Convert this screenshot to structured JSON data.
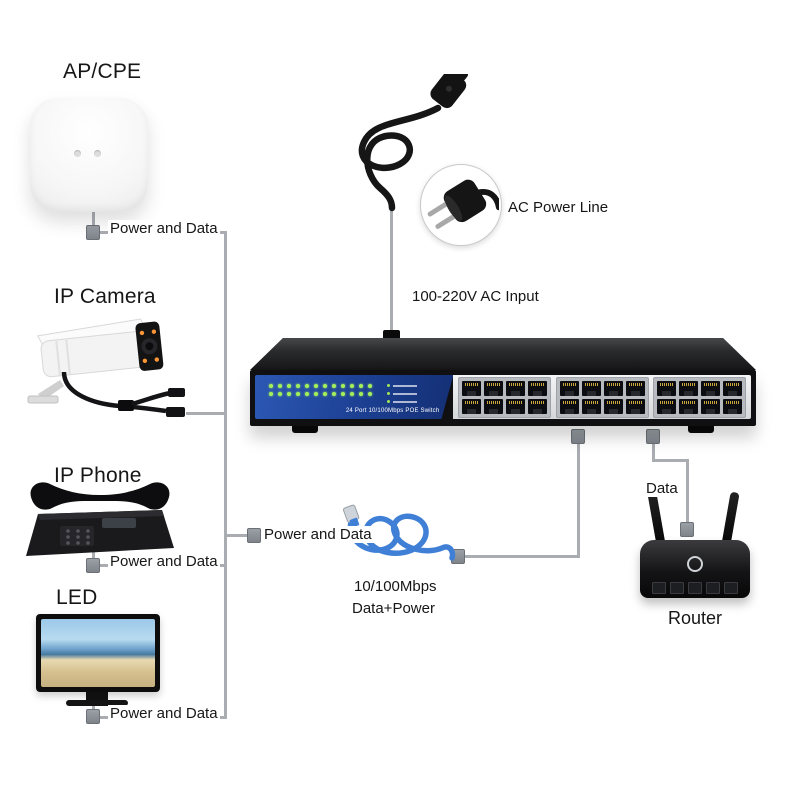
{
  "labels": {
    "ap": "AP/CPE",
    "camera": "IP Camera",
    "phone": "IP Phone",
    "led": "LED",
    "router": "Router",
    "data": "Data",
    "power_and_data": "Power and Data",
    "ac_power_line": "AC  Power Line",
    "ac_input": "100-220V AC Input",
    "cable_speed": "10/100Mbps",
    "cable_mode": "Data+Power"
  },
  "switch": {
    "label": "24 Port 10/100Mbps POE Switch",
    "port_groups": 3,
    "ports_per_group": 8,
    "led_rows": 2,
    "led_cols": 12,
    "legend_rows": 3
  },
  "colors": {
    "switch_panel_blue": "#1c3f92",
    "ethernet_cable_blue": "#3f80d6",
    "connector_gray": "#a9adb2"
  }
}
